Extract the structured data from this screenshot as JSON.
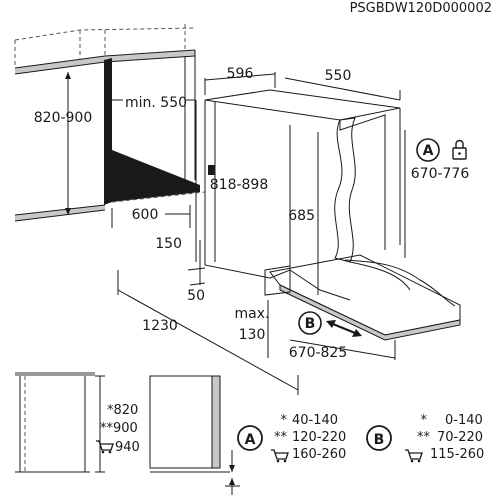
{
  "document": {
    "code": "PSGBDW120D000002"
  },
  "dimensions": {
    "niche_height": "820-900",
    "min_depth": "min. 550",
    "width_596": "596",
    "depth_550": "550",
    "floor_depth": "600",
    "appliance_height": "818-898",
    "door_height_range": "670-776",
    "inner_height": "685",
    "plinth_150": "150",
    "plinth_50": "50",
    "total_depth": "1230",
    "max_label": "max.",
    "max_value": "130",
    "door_travel": "670-825"
  },
  "markers": {
    "a": "A",
    "b": "B"
  },
  "side_view": {
    "h1": "*820",
    "h2": "**900",
    "h3": "940"
  },
  "legend_a": {
    "row1_mark": "*",
    "row1_value": "40-140",
    "row2_mark": "**",
    "row2_value": "120-220",
    "row3_value": "160-260"
  },
  "legend_b": {
    "row1_mark": "*",
    "row1_value": "0-140",
    "row2_mark": "**",
    "row2_value": "70-220",
    "row3_value": "115-260"
  },
  "icons": {
    "lock": "lock-icon",
    "cart": "shopping-cart-icon",
    "arrow": "double-arrow-icon"
  }
}
